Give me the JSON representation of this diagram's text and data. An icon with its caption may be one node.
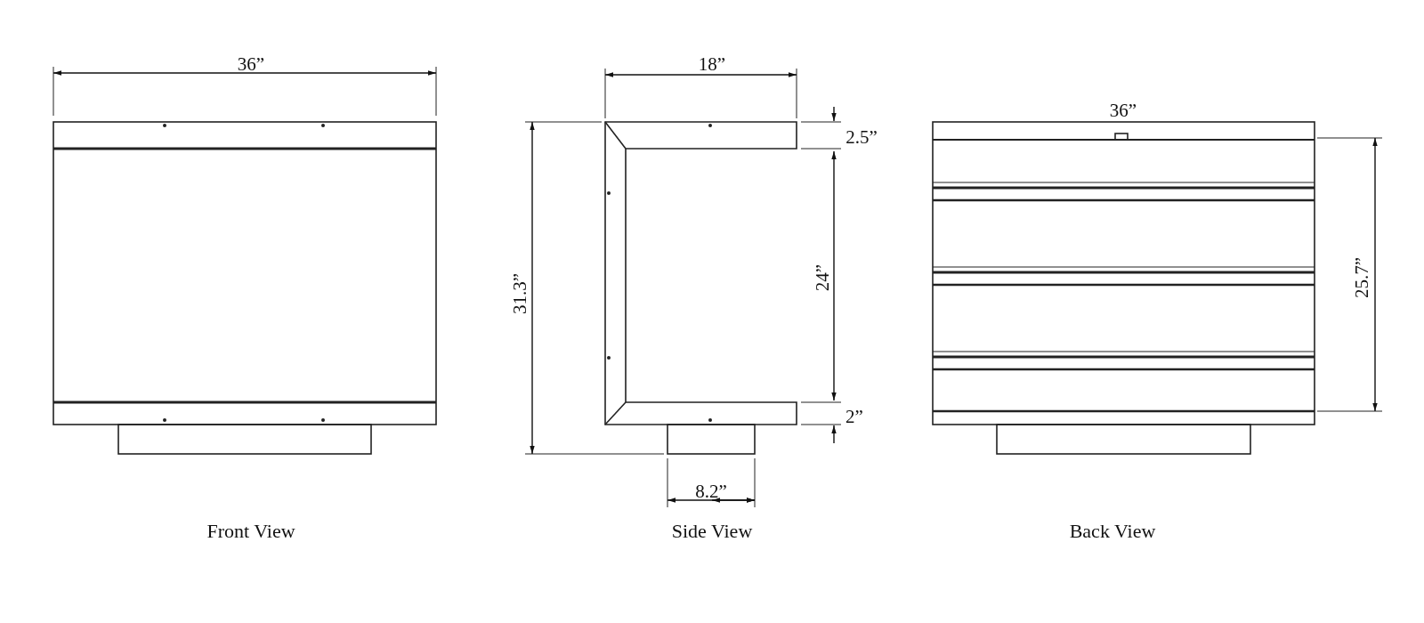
{
  "diagram": {
    "labels": [
      "36”",
      "18”",
      "36”",
      "2.5”",
      "31.3”",
      "24”",
      "25.7”",
      "2”",
      "8.2”",
      "Front View",
      "Side View",
      "Back View"
    ]
  }
}
